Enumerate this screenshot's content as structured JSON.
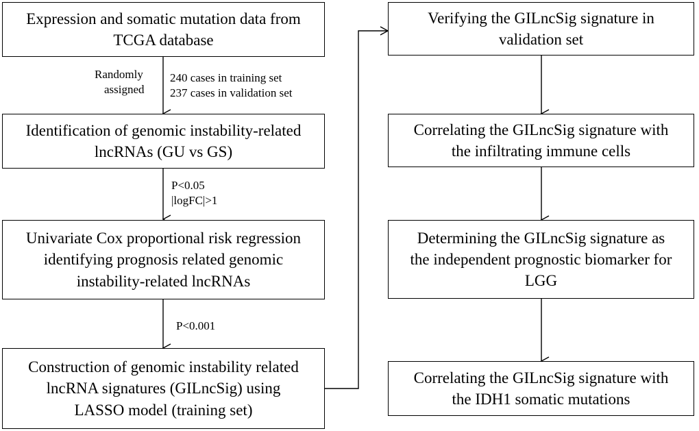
{
  "left_column": {
    "box1": {
      "line1": "Expression and somatic mutation data from",
      "line2": "TCGA database"
    },
    "box2": {
      "line1": "Identification of genomic instability-related",
      "line2": "lncRNAs (GU vs GS)"
    },
    "box3": {
      "line1": "Univariate Cox proportional risk regression",
      "line2": "identifying prognosis related genomic",
      "line3": "instability-related lncRNAs"
    },
    "box4": {
      "line1": "Construction of genomic instability related",
      "line2": "lncRNA signatures (GILncSig) using",
      "line3": "LASSO model (training set)"
    }
  },
  "right_column": {
    "box1": {
      "line1": "Verifying the GILncSig signature in",
      "line2": "validation set"
    },
    "box2": {
      "line1": "Correlating the GILncSig signature with",
      "line2": "the infiltrating immune cells"
    },
    "box3": {
      "line1": "Determining the GILncSig signature as",
      "line2": "the independent prognostic biomarker for",
      "line3": "LGG"
    },
    "box4": {
      "line1": "Correlating the GILncSig signature with",
      "line2": "the IDH1 somatic mutations"
    }
  },
  "edge_labels": {
    "split_left_line1": "Randomly",
    "split_left_line2": "assigned",
    "split_right_line1": "240 cases in training set",
    "split_right_line2": "237 cases in validation set",
    "filter1_line1": "P<0.05",
    "filter1_line2": "|logFC|>1",
    "filter2": "P<0.001"
  }
}
